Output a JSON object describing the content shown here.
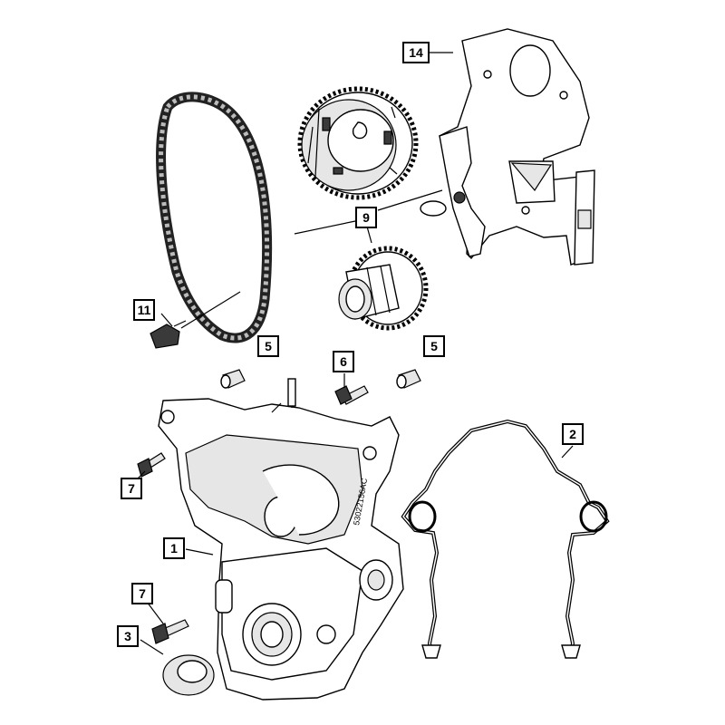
{
  "callouts": [
    {
      "id": "c14",
      "label": "14"
    },
    {
      "id": "c9",
      "label": "9"
    },
    {
      "id": "c11",
      "label": "11"
    },
    {
      "id": "c5a",
      "label": "5"
    },
    {
      "id": "c6",
      "label": "6"
    },
    {
      "id": "c5b",
      "label": "5"
    },
    {
      "id": "c2",
      "label": "2"
    },
    {
      "id": "c7a",
      "label": "7"
    },
    {
      "id": "c1",
      "label": "1"
    },
    {
      "id": "c7b",
      "label": "7"
    },
    {
      "id": "c3",
      "label": "3"
    }
  ],
  "stamp_text": "53022156AC",
  "parts": {
    "timing_chain": "timing-chain",
    "cam_sprocket": "camshaft-sprocket",
    "crank_sprocket": "crankshaft-sprocket",
    "chain_guide": "chain-guide",
    "tensioner": "chain-tensioner",
    "dowels": "dowel-pins",
    "bolts": "bolts",
    "cover": "timing-cover",
    "gasket": "cover-gasket",
    "oil_seal": "oil-seal"
  }
}
